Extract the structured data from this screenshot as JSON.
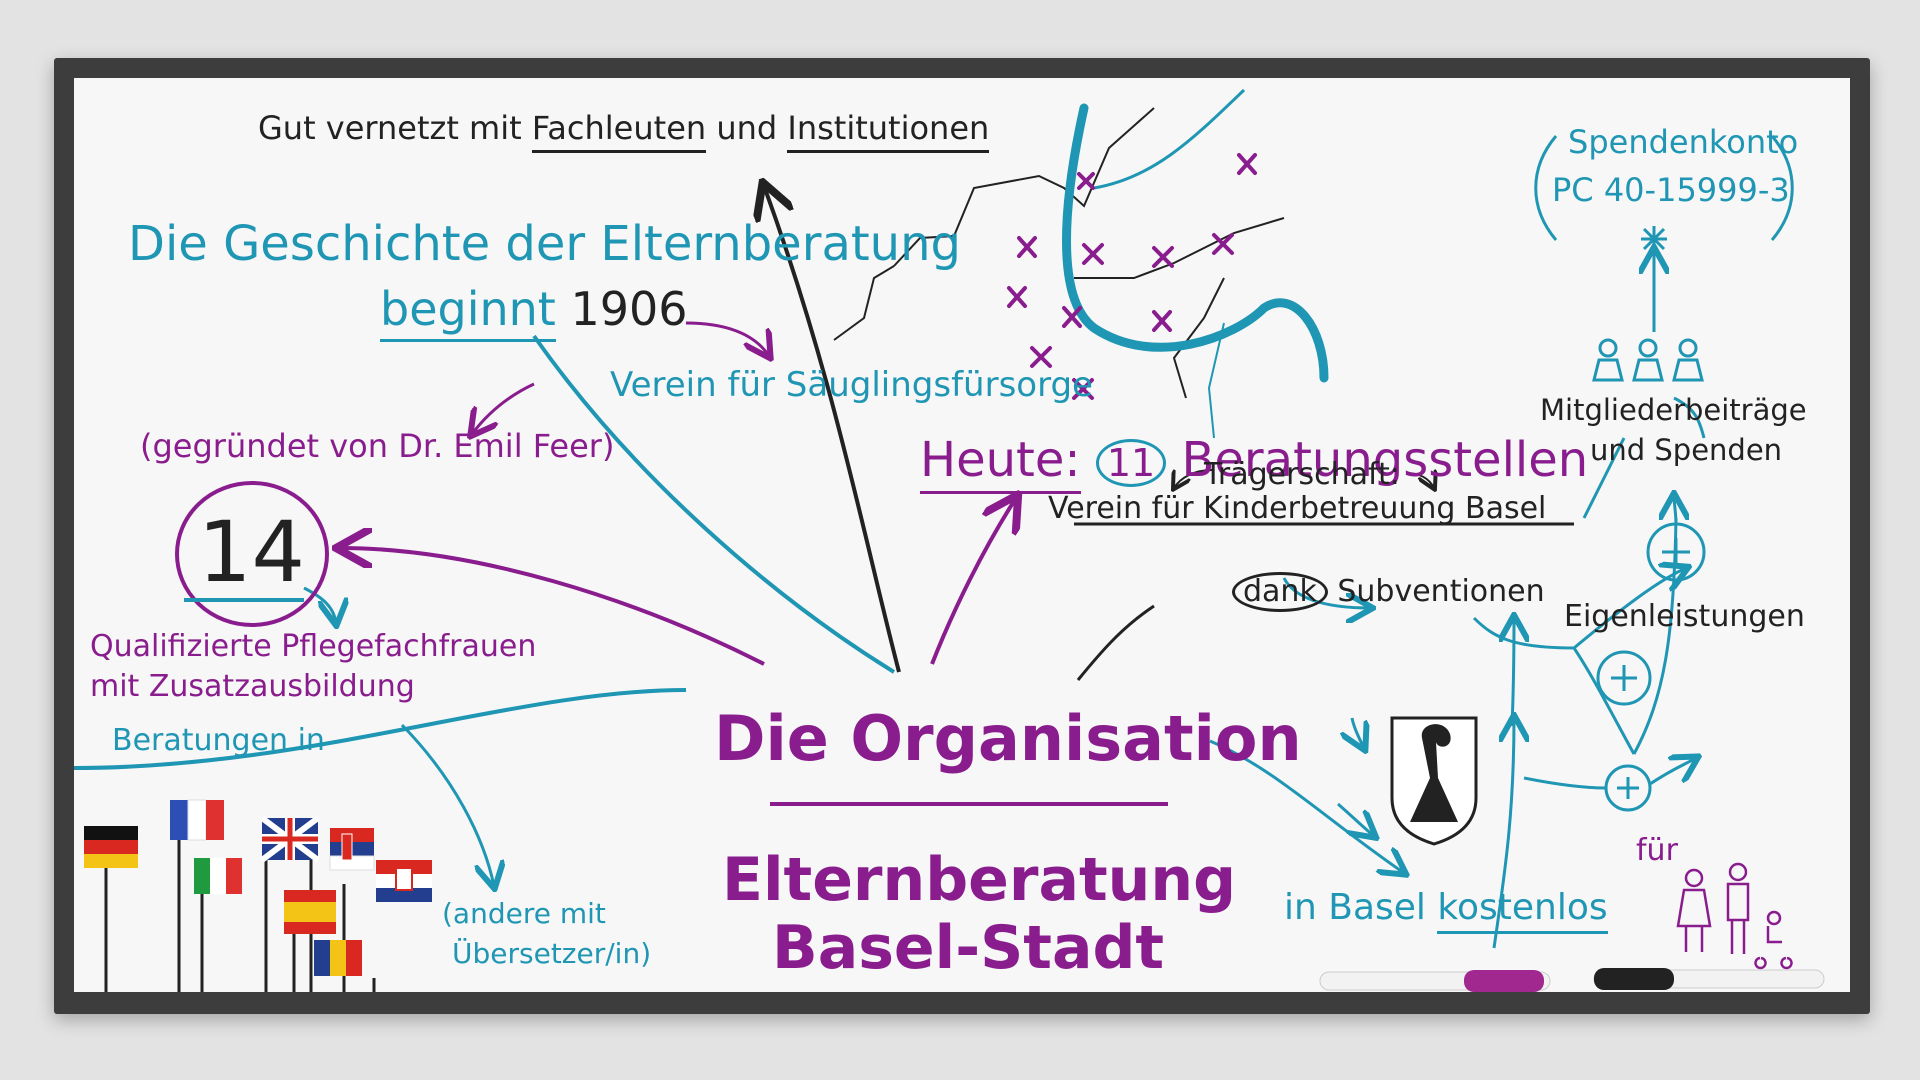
{
  "colors": {
    "teal": "#1f96b4",
    "purple": "#8a1d8e",
    "ink": "#222222",
    "board": "#f7f7f7",
    "frame": "#3d3d3d"
  },
  "header": {
    "prefix": "Gut vernetzt mit",
    "experts": "Fachleuten",
    "and": "und",
    "institutions": "Institutionen"
  },
  "history": {
    "line1": "Die Geschichte der Elternberatung",
    "begins": "beginnt",
    "year": "1906",
    "association": "Verein für Säuglingsfürsorge",
    "founder": "(gegründet von Dr. Emil Feer)"
  },
  "nurses": {
    "count": "14",
    "line1": "Qualifizierte Pflegefachfrauen",
    "line2": "mit Zusatzausbildung"
  },
  "consultations": {
    "label": "Beratungen in",
    "others_line1": "(andere mit",
    "others_line2": "Übersetzer/in)"
  },
  "flags": [
    "flag-germany-icon",
    "flag-france-icon",
    "flag-italy-icon",
    "flag-uk-icon",
    "flag-serbia-icon",
    "flag-spain-icon",
    "flag-croatia-icon",
    "flag-romania-icon"
  ],
  "center": {
    "title": "Die Organisation",
    "subtitle_line1": "Elternberatung",
    "subtitle_line2": "Basel-Stadt"
  },
  "today": {
    "label": "Heute:",
    "count": "11",
    "text": "Beratungsstellen"
  },
  "sponsorship": {
    "label": "Trägerschaft:",
    "org": "Verein für Kinderbetreuung Basel"
  },
  "funding": {
    "thanks": "dank",
    "subsidies": "Subventionen",
    "own": "Eigenleistungen",
    "members_line1": "Mitgliederbeiträge",
    "members_line2": "und Spenden",
    "account_line1": "Spendenkonto",
    "account_line2": "PC 40-15999-3",
    "free_prefix": "in Basel",
    "free": "kostenlos",
    "for": "für"
  },
  "icons": [
    "basel-coat-of-arms-icon",
    "people-icon",
    "family-icon",
    "star-icon",
    "plus-icon",
    "marker-purple-icon",
    "marker-black-icon"
  ]
}
